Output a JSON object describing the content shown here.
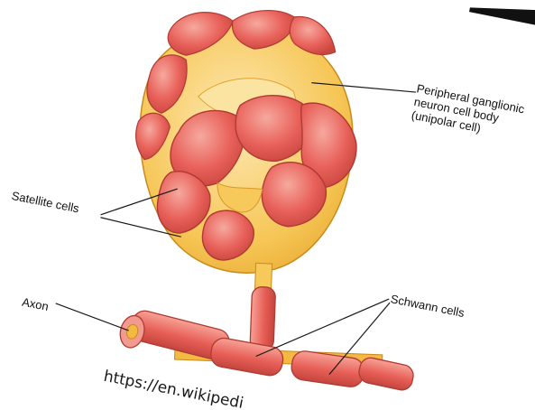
{
  "labels": {
    "peripheral_line1": "Peripheral ganglionic",
    "peripheral_line2": "neuron cell body",
    "peripheral_line3": "(unipolar cell)",
    "satellite": "Satellite cells",
    "schwann": "Schwann cells",
    "axon": "Axon"
  },
  "watermark": "https://en.wikipedi",
  "colors": {
    "satellite_cell": "#e8615a",
    "satellite_cell_light": "#f29a8f",
    "neuron_body": "#f7c85a",
    "neuron_body_light": "#fbe3a1",
    "axon_core": "#f4b942",
    "outline": "#b03a32",
    "leader_line": "#1a1a1a"
  }
}
